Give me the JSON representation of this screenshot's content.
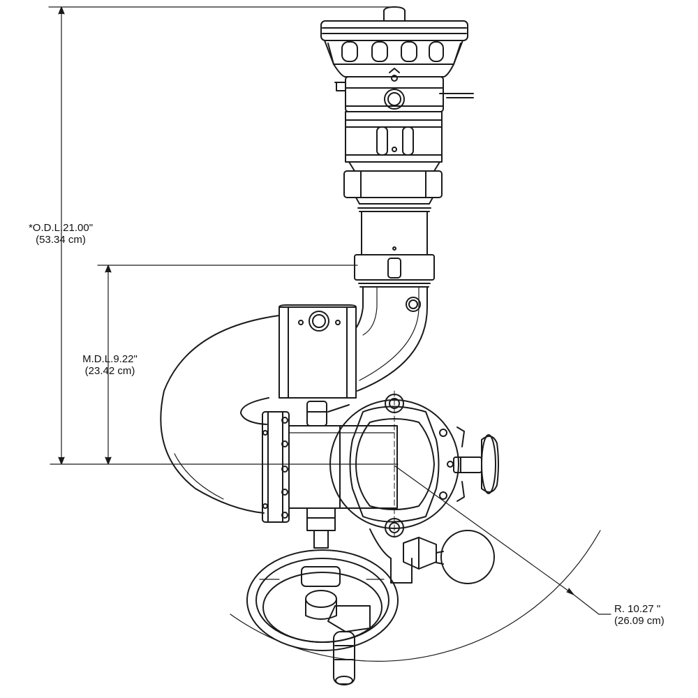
{
  "dimensions": {
    "odl": {
      "label": "*O.D.L.21.00\"",
      "metric": "(53.34 cm)"
    },
    "mdl": {
      "label": "M.D.L.9.22\"",
      "metric": "(23.42 cm)"
    },
    "radius": {
      "label": "R. 10.27 \"",
      "metric": "(26.09 cm)"
    }
  },
  "colors": {
    "line": "#1a1a1a",
    "background": "#ffffff"
  }
}
